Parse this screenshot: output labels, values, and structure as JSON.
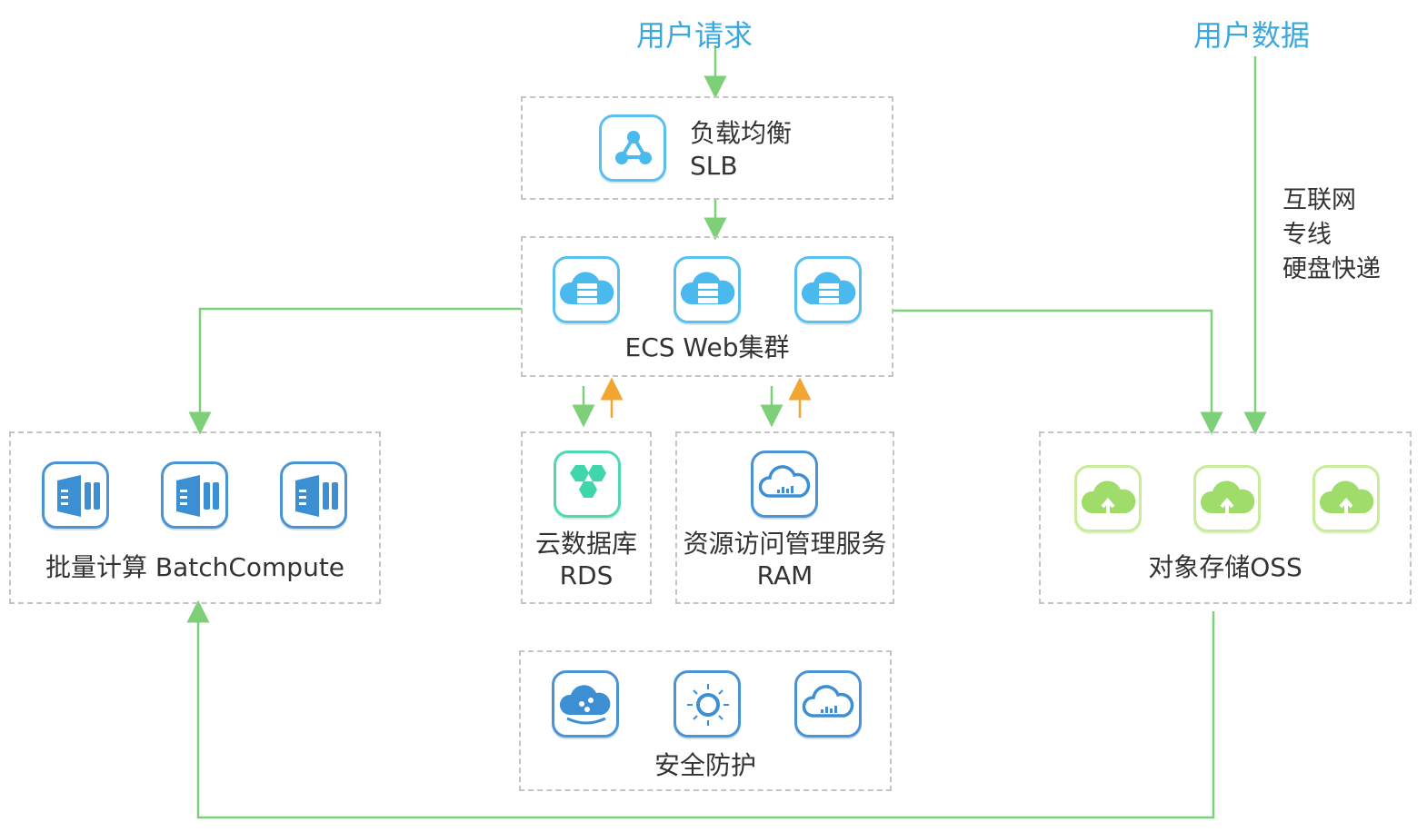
{
  "inputs": {
    "user_request": "用户请求",
    "user_data": "用户数据"
  },
  "transfer_methods": [
    "互联网",
    "专线",
    "硬盘快递"
  ],
  "slb": {
    "name": "负载均衡",
    "code": "SLB"
  },
  "ecs": {
    "label": "ECS Web集群"
  },
  "batch": {
    "label": "批量计算 BatchCompute"
  },
  "rds": {
    "name": "云数据库",
    "code": "RDS"
  },
  "ram": {
    "name": "资源访问管理服务",
    "code": "RAM"
  },
  "oss": {
    "label": "对象存储OSS"
  },
  "security": {
    "label": "安全防护"
  },
  "colors": {
    "flow_arrow": "#7dcf78",
    "return_arrow": "#f0a630",
    "input_text": "#3aa8dd",
    "box_border": "#c4c4c4"
  },
  "icons": {
    "slb": "network-hub-icon",
    "ecs": "cloud-server-icon",
    "batch": "batch-compute-icon",
    "rds": "database-hexagon-icon",
    "ram": "cloud-access-icon",
    "oss": "cloud-upload-icon",
    "security": [
      "cloud-shield-icon",
      "sun-burst-icon",
      "cloud-access-icon"
    ]
  }
}
